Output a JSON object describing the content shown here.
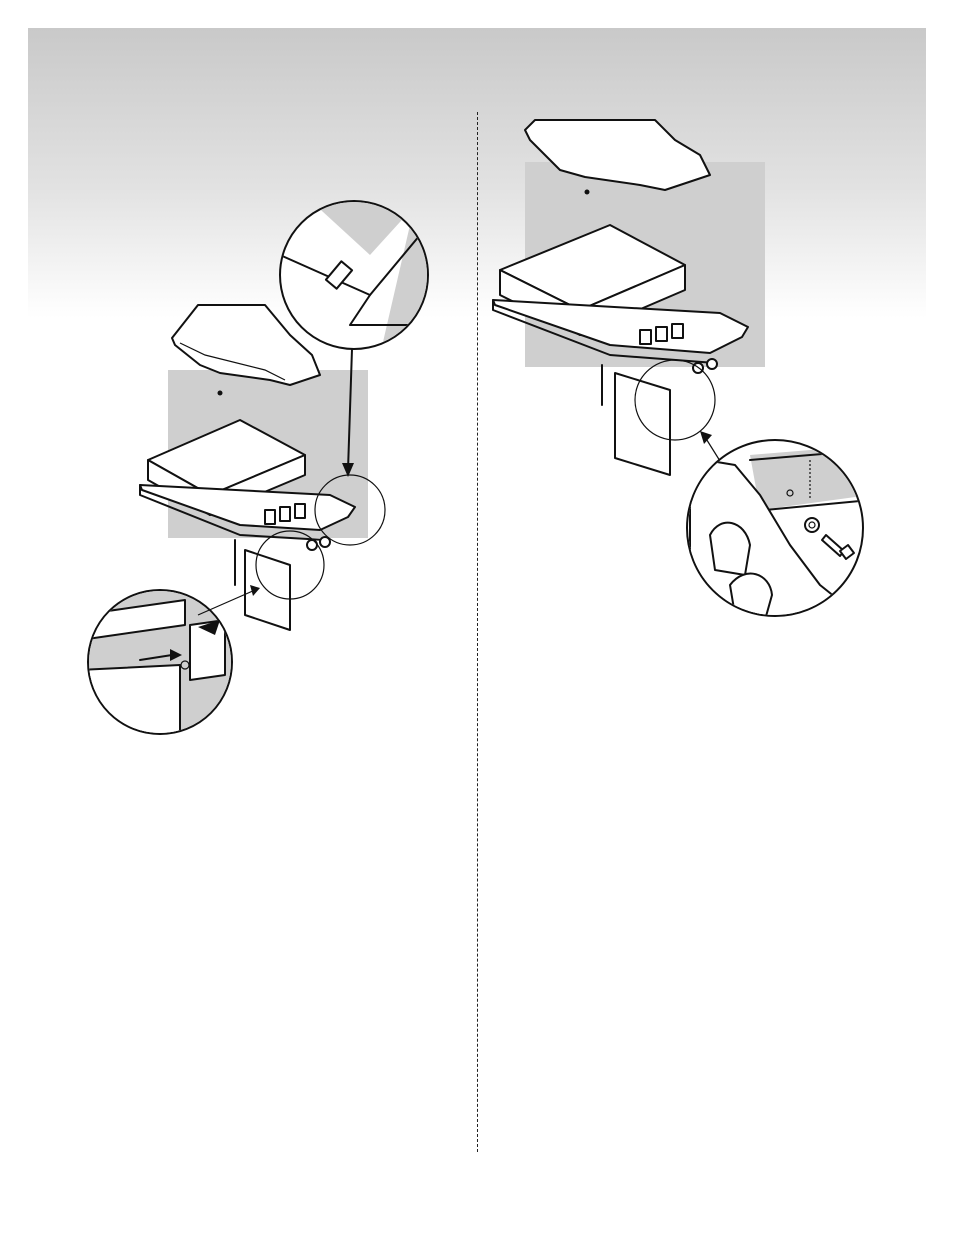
{
  "page": {
    "colors": {
      "header_band_top": "#c9c9c9",
      "highlight_gray": "#cfcfcf",
      "line": "#111111"
    }
  },
  "figures": [
    {
      "id": "step-left",
      "subject": "grill-with-side-panel-install",
      "callouts": [
        "hinge-slot-detail",
        "side-panel-tab-detail"
      ]
    },
    {
      "id": "step-right",
      "subject": "grill-with-side-panel-installed",
      "callouts": [
        "bolt-and-washer-detail"
      ]
    }
  ]
}
